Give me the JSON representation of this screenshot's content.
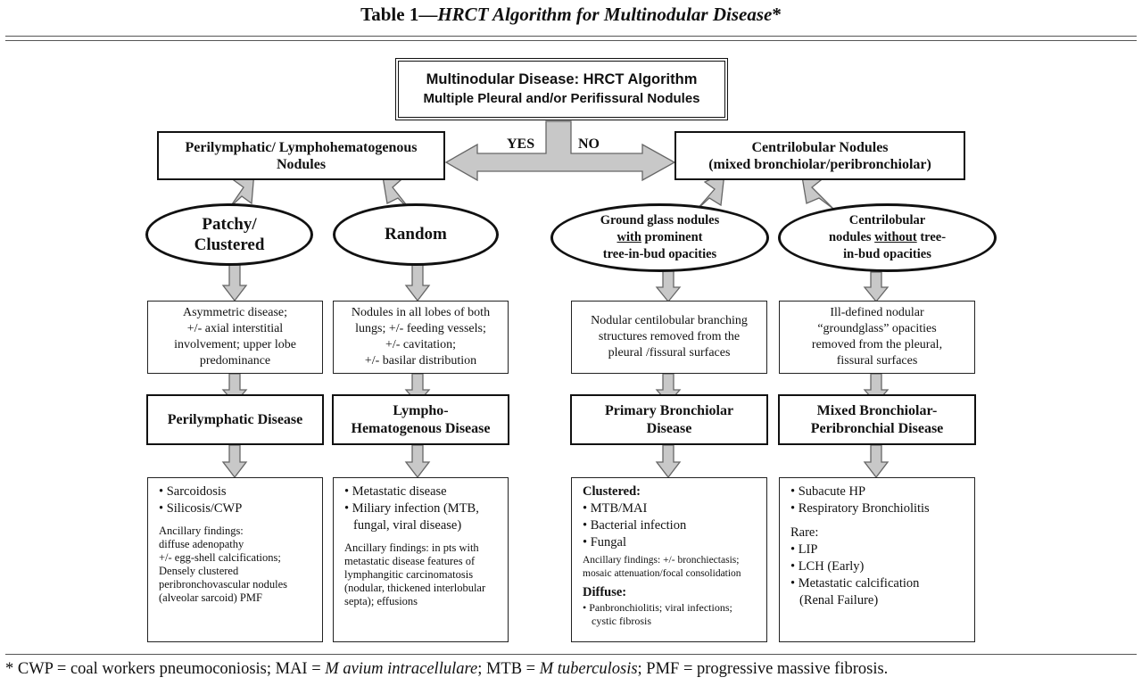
{
  "title": {
    "prefix": "Table 1—",
    "italic": "HRCT Algorithm for Multinodular Disease",
    "suffix": "*"
  },
  "top_box": {
    "line1": "Multinodular Disease:  HRCT Algorithm",
    "line2": "Multiple Pleural and/or Perifissural Nodules"
  },
  "yes_label": "YES",
  "no_label": "NO",
  "left_box": {
    "line1": "Perilymphatic/ Lymphohematogenous",
    "line2": "Nodules"
  },
  "right_box": {
    "line1": "Centrilobular Nodules",
    "line2": "(mixed bronchiolar/peribronchiolar)"
  },
  "ellipses": {
    "patchy": {
      "line1": "Patchy/",
      "line2": "Clustered"
    },
    "random": {
      "line1": "Random"
    },
    "ground_glass": {
      "line1": "Ground glass nodules",
      "line2_u": "with",
      "line2_rest": " prominent",
      "line3": "tree-in-bud opacities"
    },
    "centrilobular": {
      "line1": "Centrilobular",
      "line2_pre": "nodules ",
      "line2_u": "without",
      "line2_rest": " tree-",
      "line3": "in-bud opacities"
    }
  },
  "descriptions": {
    "d1": [
      "Asymmetric disease;",
      "+/- axial interstitial",
      "involvement; upper lobe",
      "predominance"
    ],
    "d2": [
      "Nodules in all lobes of both",
      "lungs; +/- feeding vessels;",
      "+/- cavitation;",
      "+/- basilar distribution"
    ],
    "d3": [
      "Nodular centilobular branching",
      "structures removed from the",
      "pleural /fissural surfaces"
    ],
    "d4": [
      "Ill-defined nodular",
      "“groundglass” opacities",
      "removed from the pleural,",
      "fissural surfaces"
    ]
  },
  "diseases": {
    "perilymphatic": [
      "Perilymphatic Disease"
    ],
    "lympho": [
      "Lympho-",
      "Hematogenous Disease"
    ],
    "primary": [
      "Primary Bronchiolar",
      "Disease"
    ],
    "mixed": [
      "Mixed Bronchiolar-",
      "Peribronchial Disease"
    ]
  },
  "lists": {
    "l1": {
      "items": [
        "Sarcoidosis",
        "Silicosis/CWP"
      ],
      "ancillary": [
        "Ancillary findings:",
        "diffuse adenopathy",
        "+/- egg-shell calcifications;",
        "Densely clustered",
        "peribronchovascular  nodules",
        "(alveolar sarcoid) PMF"
      ]
    },
    "l2": {
      "items": [
        "Metastatic disease",
        "Miliary infection (MTB,"
      ],
      "item_cont": "fungal, viral disease)",
      "ancillary": [
        "Ancillary findings: in pts with",
        "metastatic disease features of",
        "lymphangitic carcinomatosis",
        "(nodular, thickened interlobular",
        "septa); effusions"
      ]
    },
    "l3": {
      "clustered_head": "Clustered:",
      "clustered_items": [
        "MTB/MAI",
        "Bacterial infection",
        "Fungal"
      ],
      "ancillary": [
        "Ancillary findings: +/- bronchiectasis;",
        "mosaic attenuation/focal consolidation"
      ],
      "diffuse_head": "Diffuse:",
      "diffuse_item": "Panbronchiolitis; viral infections;",
      "diffuse_cont": "cystic fibrosis"
    },
    "l4": {
      "items": [
        "Subacute HP",
        "Respiratory Bronchiolitis"
      ],
      "rare_head": "Rare:",
      "rare_items": [
        "LIP",
        "LCH (Early)",
        "Metastatic calcification"
      ],
      "rare_cont": "(Renal Failure)"
    }
  },
  "footnote": {
    "p1": "* CWP = coal workers pneumoconiosis; MAI = ",
    "i1": "M avium intracellulare",
    "p2": "; MTB = ",
    "i2": "M tuberculosis",
    "p3": "; PMF = progressive massive fibrosis."
  },
  "colors": {
    "arrow_fill": "#c8c8c8",
    "arrow_stroke": "#666666",
    "box_border": "#111111"
  }
}
